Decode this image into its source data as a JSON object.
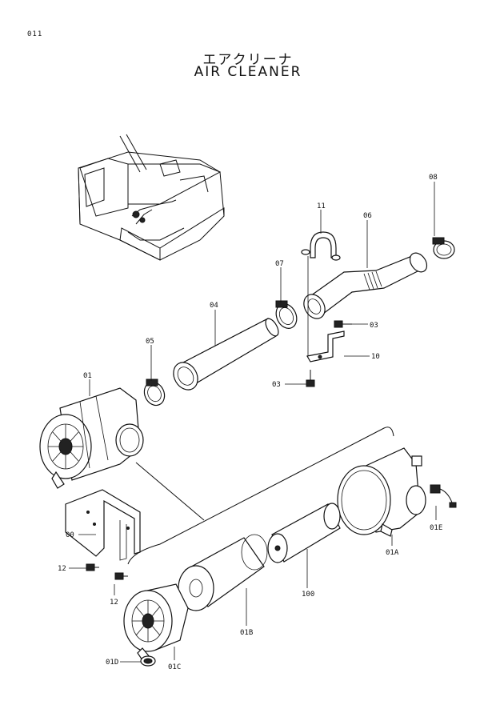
{
  "page": {
    "code": "011",
    "title_jp": "エアクリーナ",
    "title_en": "AIR CLEANER"
  },
  "callouts": {
    "c08": "08",
    "c11": "11",
    "c06": "06",
    "c07": "07",
    "c04": "04",
    "c03a": "03",
    "c05": "05",
    "c10": "10",
    "c03b": "03",
    "c01": "01",
    "c00": "00",
    "c12a": "12",
    "c12b": "12",
    "c01E": "01E",
    "c01A": "01A",
    "c100": "100",
    "c01B": "01B",
    "c01D": "01D",
    "c01C": "01C"
  }
}
